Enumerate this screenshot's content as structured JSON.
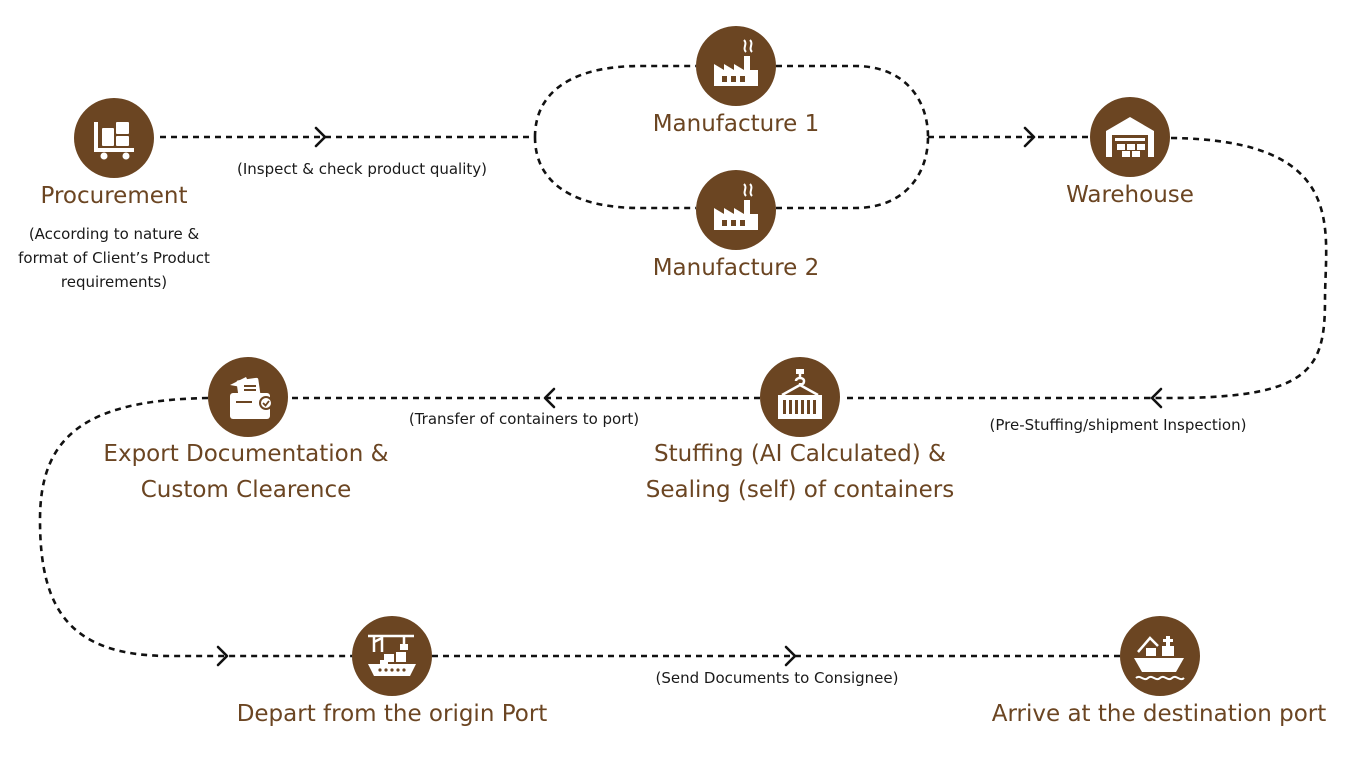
{
  "colors": {
    "accent": "#6b4522",
    "line": "#111111",
    "icon": "#ffffff"
  },
  "nodes": {
    "procurement": {
      "title": "Procurement",
      "note": [
        "(According to nature &",
        "format of Client’s Product",
        "requirements)"
      ],
      "icon": "cart-boxes-icon"
    },
    "manufacture1": {
      "title": "Manufacture 1",
      "icon": "factory-icon"
    },
    "manufacture2": {
      "title": "Manufacture 2",
      "icon": "factory-icon"
    },
    "warehouse": {
      "title": "Warehouse",
      "icon": "warehouse-icon"
    },
    "stuffing": {
      "title": [
        "Stuffing (AI Calculated) &",
        "Sealing (self) of containers"
      ],
      "icon": "container-crane-icon"
    },
    "export": {
      "title": [
        "Export Documentation &",
        "Custom Clearence"
      ],
      "icon": "documents-icon"
    },
    "depart": {
      "title": "Depart from the origin Port",
      "icon": "port-crane-ship-icon"
    },
    "arrive": {
      "title": "Arrive at the destination port",
      "icon": "cargo-ship-icon"
    }
  },
  "edges": {
    "inspect": "(Inspect & check product quality)",
    "pre_stuffing": "(Pre-Stuffing/shipment Inspection)",
    "transfer": "(Transfer of containers to port)",
    "send_docs": "(Send Documents to Consignee)"
  }
}
